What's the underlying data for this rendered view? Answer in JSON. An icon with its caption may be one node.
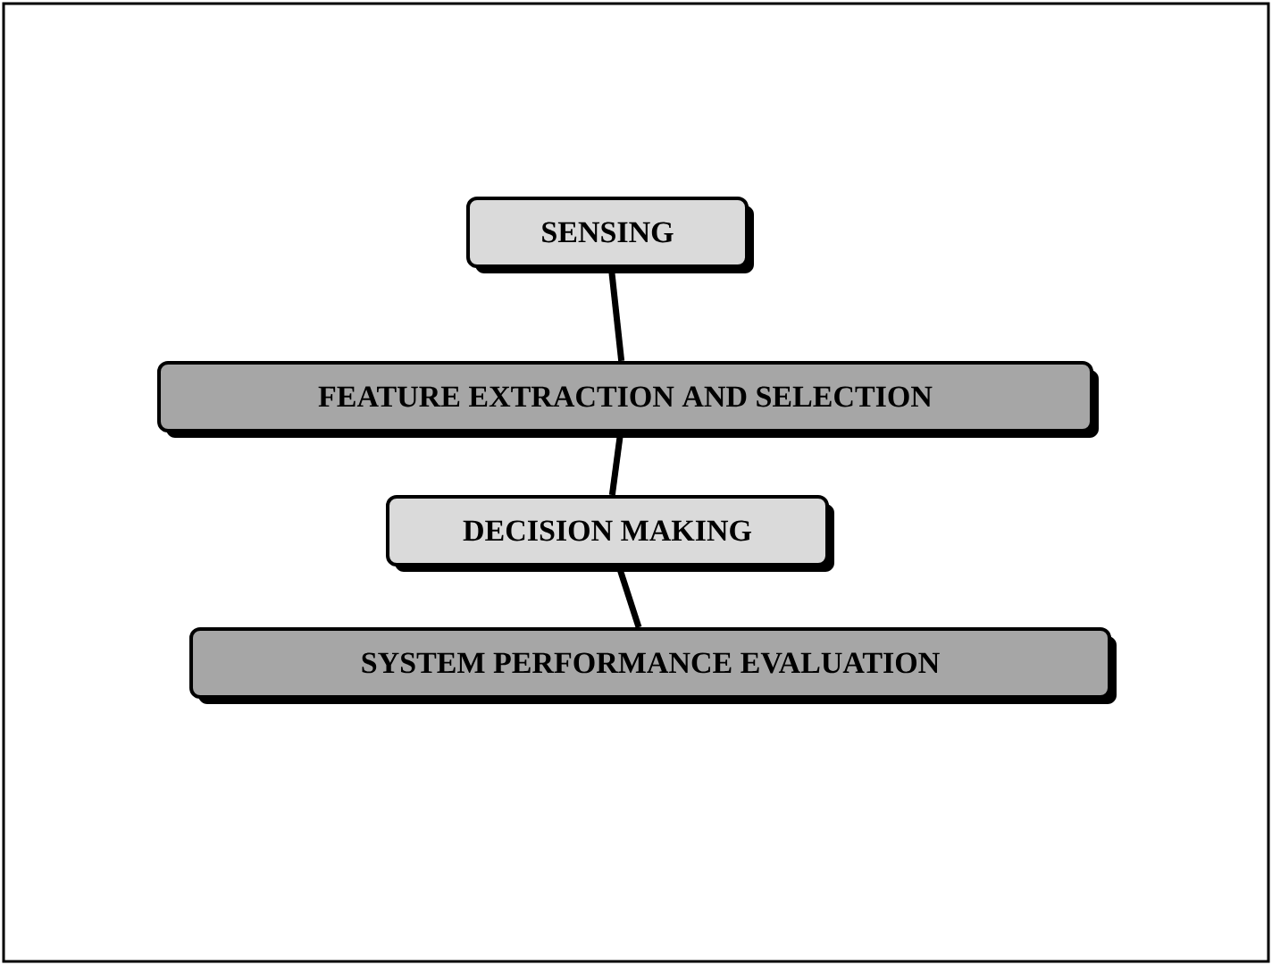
{
  "diagram": {
    "nodes": [
      {
        "text": [
          "SENSING"
        ]
      },
      {
        "text": [
          "FEATURE EXTRACTION AND SELECTION"
        ]
      },
      {
        "text": [
          "DECISION MAKING"
        ]
      },
      {
        "text": [
          "SYSTEM PERFORMANCE EVALUATION"
        ]
      }
    ],
    "edges": [
      {
        "from": 0,
        "to": 1,
        "arrow": "none"
      },
      {
        "from": 1,
        "to": 2,
        "arrow": "none"
      },
      {
        "from": 2,
        "to": 3,
        "arrow": "none"
      }
    ]
  }
}
